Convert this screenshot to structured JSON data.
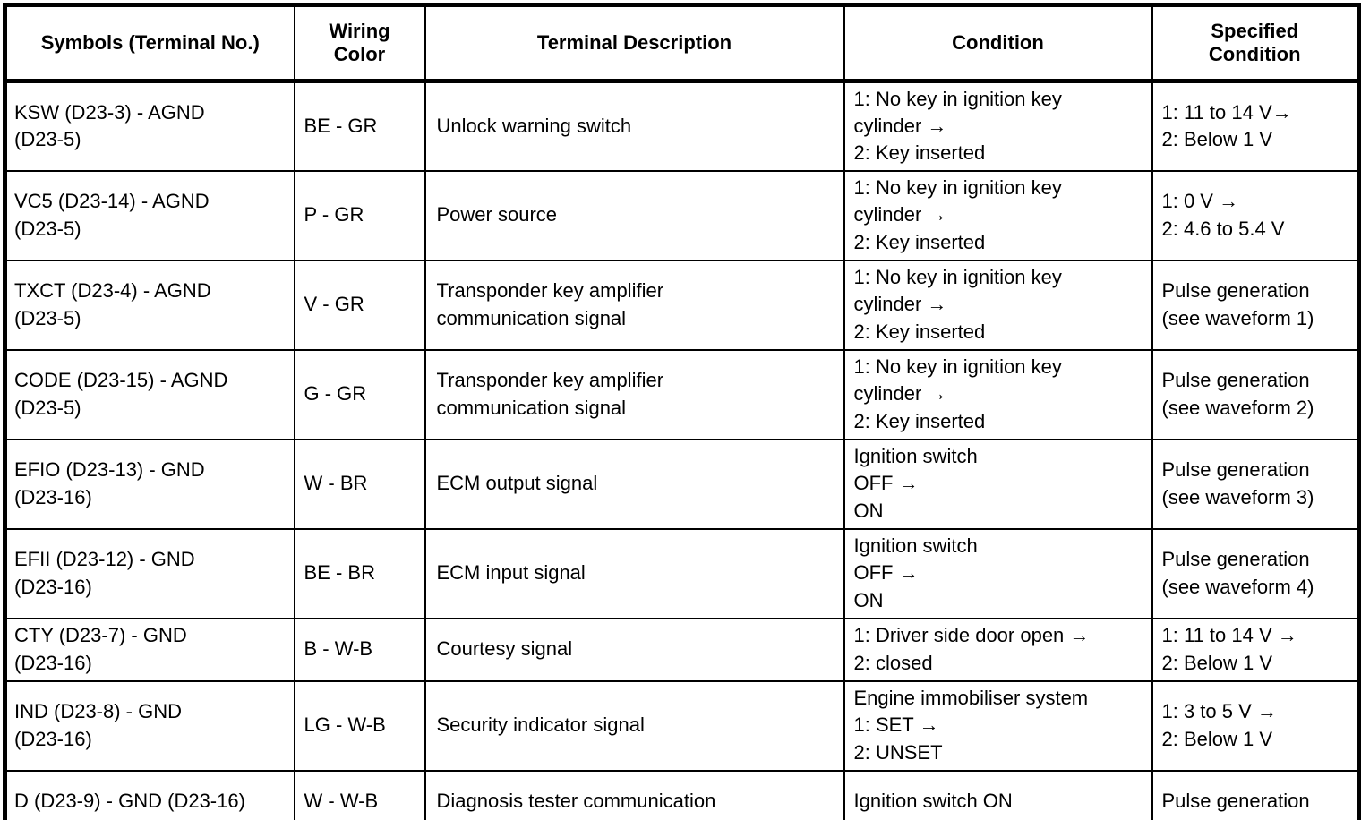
{
  "table": {
    "columns": [
      {
        "key": "symbols",
        "label": "Symbols (Terminal No.)"
      },
      {
        "key": "wiring",
        "label": "Wiring\nColor"
      },
      {
        "key": "desc",
        "label": "Terminal Description"
      },
      {
        "key": "cond",
        "label": "Condition"
      },
      {
        "key": "spec",
        "label": "Specified\nCondition"
      }
    ],
    "rows": [
      {
        "symbols": "KSW (D23-3) - AGND\n(D23-5)",
        "wiring": "BE - GR",
        "desc": "Unlock warning switch",
        "cond": "1: No key in ignition key\ncylinder →\n2: Key inserted",
        "spec": "1: 11 to 14 V→\n2: Below 1 V"
      },
      {
        "symbols": "VC5 (D23-14) - AGND\n(D23-5)",
        "wiring": "P - GR",
        "desc": "Power source",
        "cond": "1: No key in ignition key\ncylinder →\n2: Key inserted",
        "spec": "1: 0 V →\n2: 4.6 to 5.4 V"
      },
      {
        "symbols": "TXCT (D23-4) - AGND\n(D23-5)",
        "wiring": "V - GR",
        "desc": "Transponder key amplifier\ncommunication signal",
        "cond": "1: No key in ignition key\ncylinder →\n2: Key inserted",
        "spec": "Pulse generation\n(see waveform 1)"
      },
      {
        "symbols": "CODE (D23-15) - AGND\n(D23-5)",
        "wiring": "G - GR",
        "desc": "Transponder key amplifier\ncommunication signal",
        "cond": "1: No key in ignition key\ncylinder →\n2: Key inserted",
        "spec": "Pulse generation\n(see waveform 2)"
      },
      {
        "symbols": "EFIO (D23-13) - GND\n(D23-16)",
        "wiring": "W - BR",
        "desc": "ECM output signal",
        "cond": "Ignition switch\nOFF →\nON",
        "spec": "Pulse generation\n(see waveform 3)"
      },
      {
        "symbols": "EFII (D23-12) - GND\n(D23-16)",
        "wiring": "BE - BR",
        "desc": "ECM input signal",
        "cond": "Ignition switch\nOFF →\nON",
        "spec": "Pulse generation\n(see waveform 4)"
      },
      {
        "symbols": "CTY (D23-7) - GND\n(D23-16)",
        "wiring": "B - W-B",
        "desc": "Courtesy signal",
        "cond": "1: Driver side door open →\n2: closed",
        "spec": "1: 11 to 14 V →\n2: Below 1 V"
      },
      {
        "symbols": "IND (D23-8) - GND\n(D23-16)",
        "wiring": "LG - W-B",
        "desc": "Security indicator signal",
        "cond": "Engine immobiliser system\n1: SET →\n2: UNSET",
        "spec": "1: 3 to 5 V →\n2: Below 1 V"
      },
      {
        "symbols": "D (D23-9) - GND (D23-16)",
        "wiring": "W - W-B",
        "desc": "Diagnosis tester communication",
        "cond": "Ignition switch ON",
        "spec": "Pulse generation"
      }
    ]
  }
}
